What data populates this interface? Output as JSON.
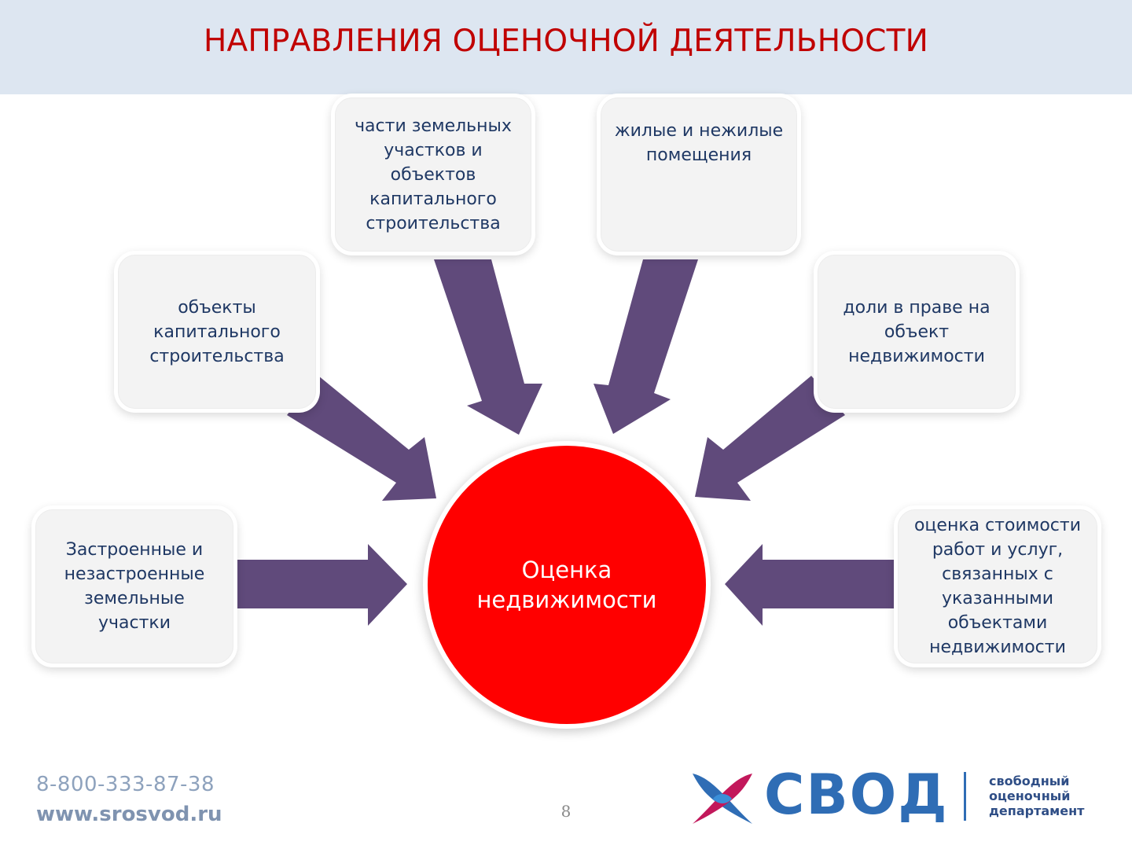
{
  "title": "НАПРАВЛЕНИЯ ОЦЕНОЧНОЙ ДЕЯТЕЛЬНОСТИ",
  "center": {
    "label": "Оценка\nнедвижимости",
    "color": "#ff0000"
  },
  "arrow_color": "#604a7b",
  "boxes": {
    "land_plots": "Застроенные и незастроенные земельные участки",
    "capital_objects": "объекты капитального строительства",
    "parts": "части земельных участков и объектов капитального строительства",
    "premises": "жилые и нежилые помещения",
    "shares": "доли в праве на объект недвижимости",
    "services": "оценка стоимости работ и услуг, связанных с указанными объектами недвижимости"
  },
  "footer": {
    "phone": "8-800-333-87-38",
    "website": "www.srosvod.ru",
    "page_number": "8"
  },
  "logo": {
    "name": "СВОД",
    "tagline": [
      "свободный",
      "оценочный",
      "департамент"
    ]
  }
}
